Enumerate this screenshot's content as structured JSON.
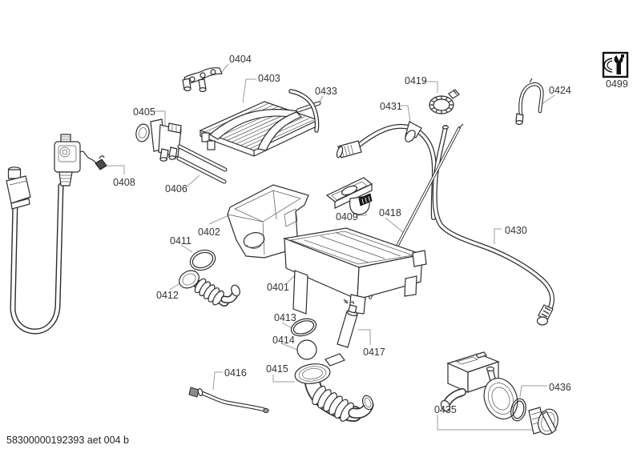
{
  "diagram": {
    "footer": {
      "doc_code": "58300000192393 aet 004 b"
    },
    "service_box": {
      "label": "0499"
    }
  },
  "labels": {
    "0401": "0401",
    "0402": "0402",
    "0403": "0403",
    "0404": "0404",
    "0405": "0405",
    "0406": "0406",
    "0408": "0408",
    "0409": "0409",
    "0411": "0411",
    "0412": "0412",
    "0413": "0413",
    "0414": "0414",
    "0415": "0415",
    "0416": "0416",
    "0417": "0417",
    "0418": "0418",
    "0419": "0419",
    "0424": "0424",
    "0430": "0430",
    "0431": "0431",
    "0433": "0433",
    "0435": "0435",
    "0436": "0436",
    "0499": "0499"
  }
}
